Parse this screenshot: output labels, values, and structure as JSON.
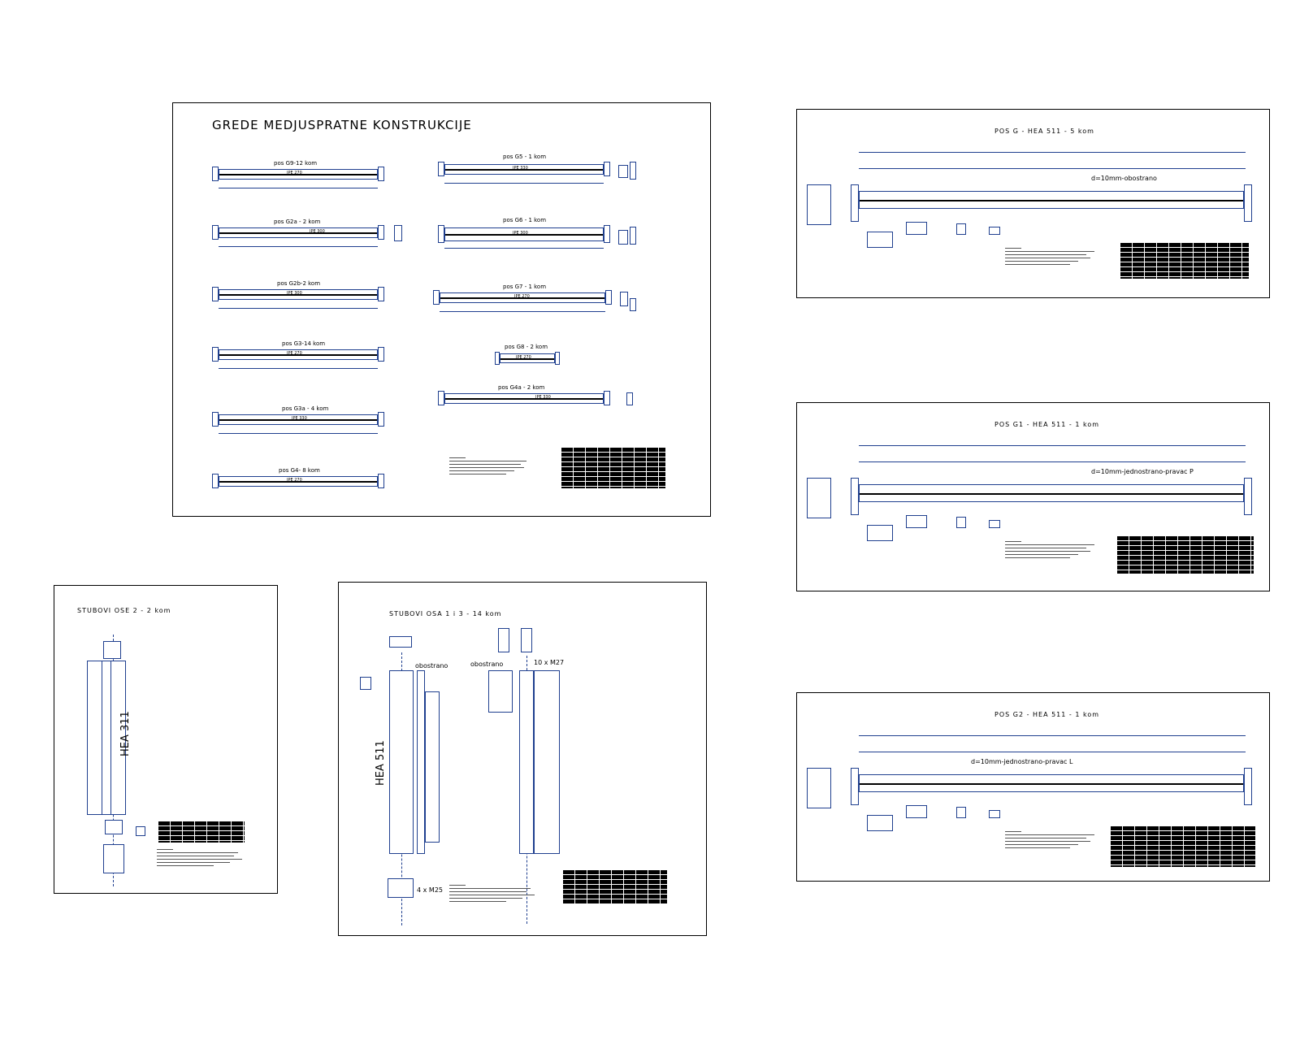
{
  "sheet_main": {
    "title": "GREDE MEDJUSPRATNE KONSTRUKCIJE",
    "beams": [
      {
        "label": "pos G9-12 kom",
        "profile": "IPE 270"
      },
      {
        "label": "pos G2a - 2 kom",
        "profile": "IPE 300"
      },
      {
        "label": "pos G2b-2 kom",
        "profile": "IPE 300"
      },
      {
        "label": "pos G3-14 kom",
        "profile": "IPE 270"
      },
      {
        "label": "pos G3a - 4 kom",
        "profile": "IPE 330"
      },
      {
        "label": "pos G4- 8 kom",
        "profile": "IPE 270"
      },
      {
        "label": "pos G5 - 1 kom",
        "profile": "IPE 330"
      },
      {
        "label": "pos G6 - 1 kom",
        "profile": "IPE 300"
      },
      {
        "label": "pos G7 - 1 kom",
        "profile": "IPE 270"
      },
      {
        "label": "pos G8 - 2 kom",
        "profile": "IPE 270"
      },
      {
        "label": "pos G4a - 2 kom",
        "profile": "IPE 330"
      }
    ]
  },
  "sheet_g6": {
    "title": "POS G - HEA 511 - 5 kom",
    "annotation": "d=10mm-obostrano"
  },
  "sheet_g1": {
    "title": "POS G1 - HEA 511 - 1 kom",
    "annotation": "d=10mm-jednostrano-pravac P"
  },
  "sheet_g2": {
    "title": "POS G2 - HEA 511 - 1 kom",
    "annotation": "d=10mm-jednostrano-pravac L"
  },
  "sheet_col2": {
    "title": "STUBOVI OSE 2 - 2 kom",
    "profile": "HEA 311"
  },
  "sheet_col13": {
    "title": "STUBOVI OSA 1 i 3 - 14 kom",
    "profile": "HEA 511",
    "label_obostrano_1": "obostrano",
    "label_obostrano_2": "obostrano",
    "label_bolts_top": "10 x M27",
    "label_bolts_bottom": "4 x M25"
  },
  "colors": {
    "line": "#1f3f8f",
    "ink": "#000000"
  }
}
